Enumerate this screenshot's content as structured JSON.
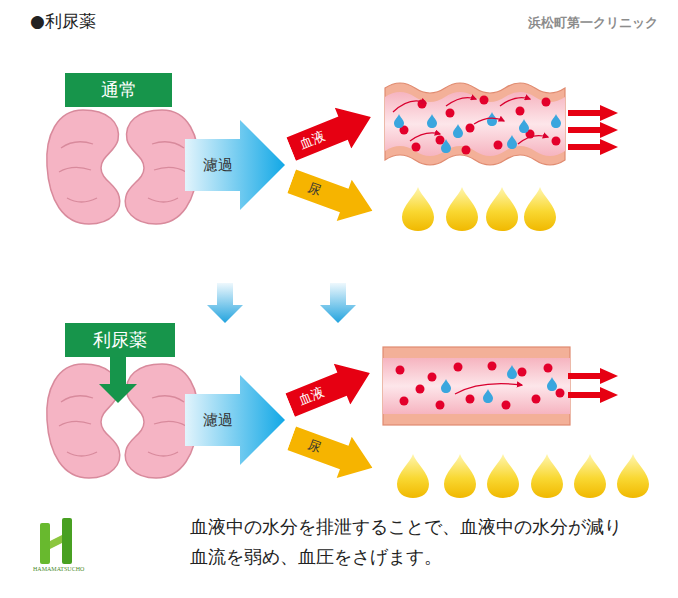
{
  "diagram": {
    "title": "●利尿薬",
    "caption": "血液中の水分を排泄することで、血液中の水分が減り 血流を弱め、血圧をさげます。",
    "nodes": [
      {
        "text": [
          "通常"
        ]
      },
      {
        "text": [
          "濾過"
        ]
      },
      {
        "text": [
          "血液"
        ]
      },
      {
        "text": [
          "尿"
        ]
      },
      {
        "text": [
          "利尿薬"
        ]
      },
      {
        "text": [
          "濾過"
        ]
      },
      {
        "text": [
          "血液"
        ]
      },
      {
        "text": [
          "尿"
        ]
      }
    ],
    "labels": [
      "浜松町第一クリニック",
      "HAMAMATSUCHO"
    ]
  }
}
